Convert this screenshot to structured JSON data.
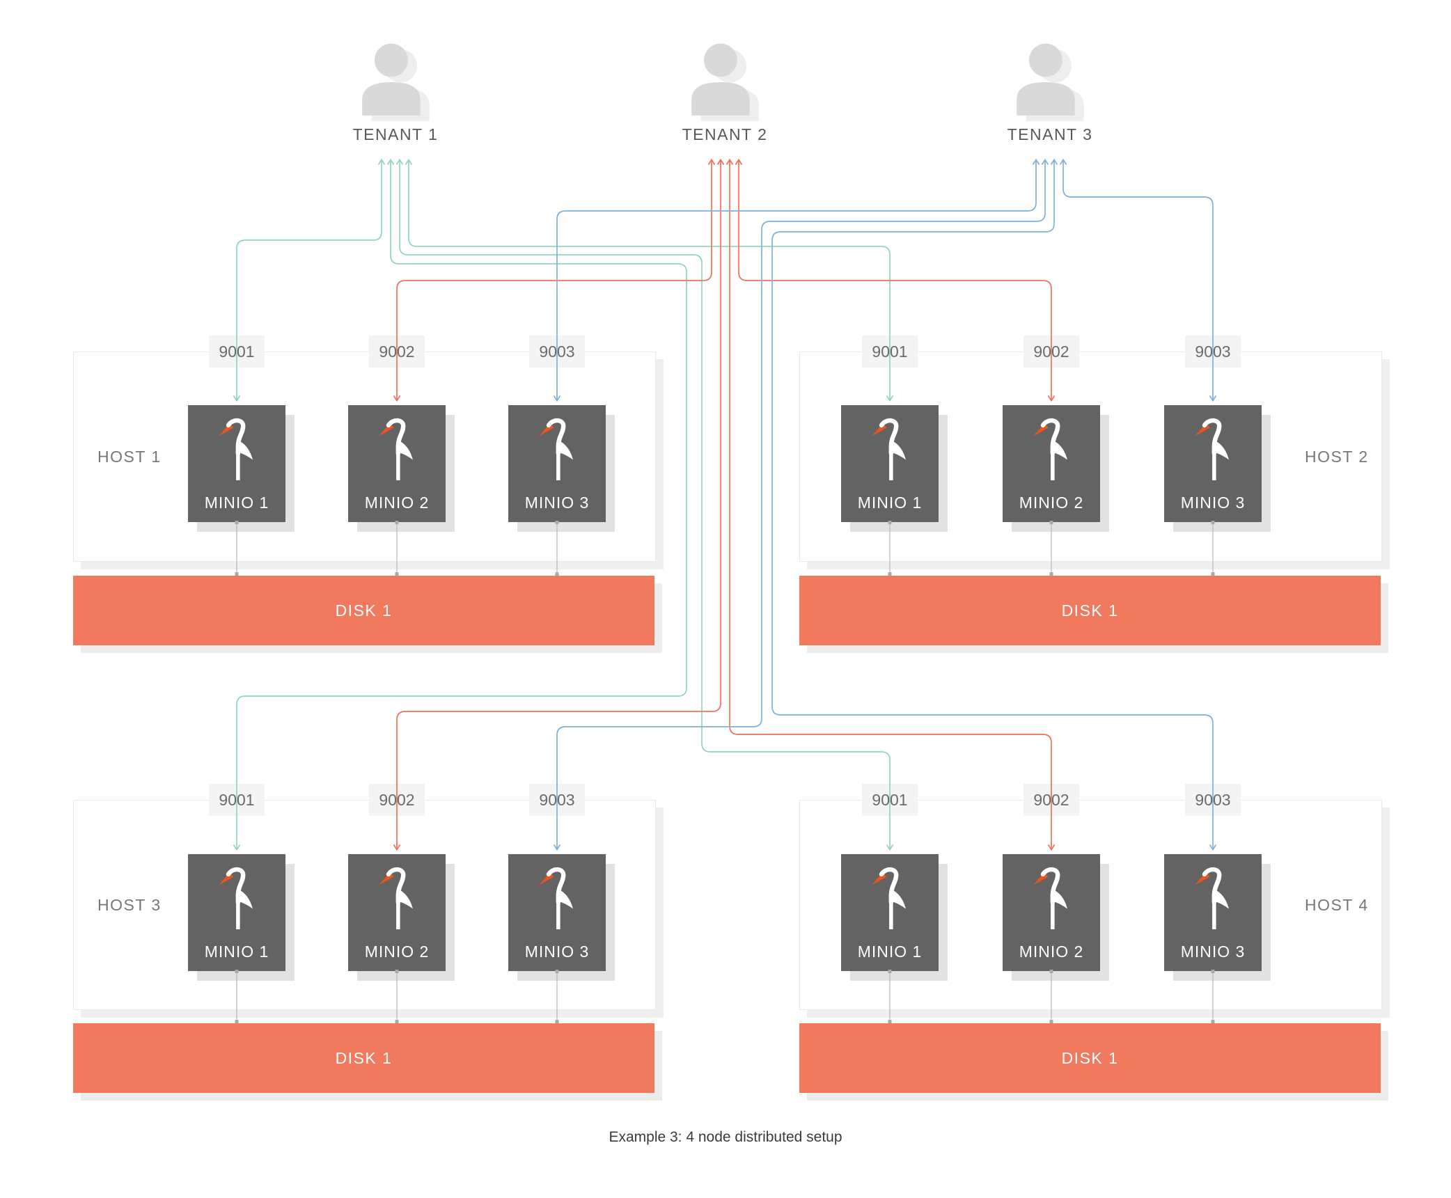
{
  "caption": "Example 3: 4 node distributed setup",
  "colors": {
    "teal": "#93d3c5",
    "red": "#f0705c",
    "blue": "#7fb1d8",
    "disk": "#f0795e",
    "miniobox": "#636363",
    "beak": "#f0541e",
    "person": "#d9d9d9",
    "portbg": "#f4f4f4"
  },
  "tenants": [
    {
      "label": "TENANT 1",
      "line_color": "#93d3c5"
    },
    {
      "label": "TENANT 2",
      "line_color": "#f0705c"
    },
    {
      "label": "TENANT 3",
      "line_color": "#7fb1d8"
    }
  ],
  "hosts": [
    {
      "label": "HOST 1",
      "ports": [
        "9001",
        "9002",
        "9003"
      ],
      "minios": [
        "MINIO 1",
        "MINIO 2",
        "MINIO 3"
      ],
      "disk": "DISK 1"
    },
    {
      "label": "HOST 2",
      "ports": [
        "9001",
        "9002",
        "9003"
      ],
      "minios": [
        "MINIO 1",
        "MINIO 2",
        "MINIO 3"
      ],
      "disk": "DISK 1"
    },
    {
      "label": "HOST 3",
      "ports": [
        "9001",
        "9002",
        "9003"
      ],
      "minios": [
        "MINIO 1",
        "MINIO 2",
        "MINIO 3"
      ],
      "disk": "DISK 1"
    },
    {
      "label": "HOST 4",
      "ports": [
        "9001",
        "9002",
        "9003"
      ],
      "minios": [
        "MINIO 1",
        "MINIO 2",
        "MINIO 3"
      ],
      "disk": "DISK 1"
    }
  ]
}
